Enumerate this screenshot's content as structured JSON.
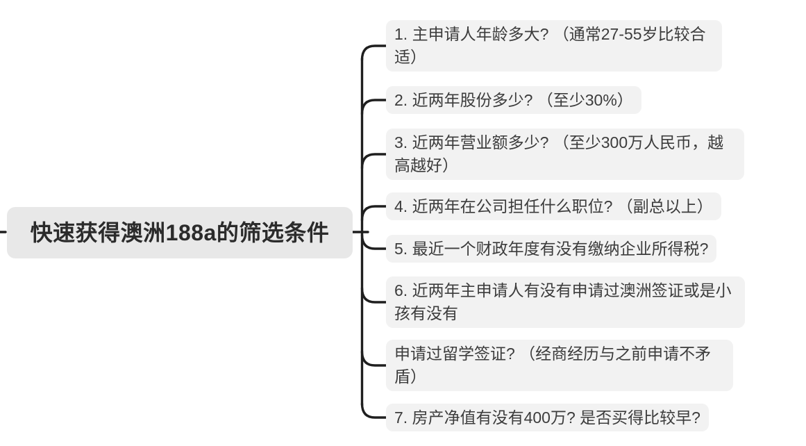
{
  "diagram": {
    "type": "mindmap-tree",
    "root": {
      "label": "快速获得澳洲188a的筛选条件"
    },
    "branches": [
      {
        "label": "1. 主申请人年龄多大? （通常27-55岁比较合适）"
      },
      {
        "label": "2. 近两年股份多少? （至少30%）"
      },
      {
        "label": "3. 近两年营业额多少? （至少300万人民币，越高越好）"
      },
      {
        "label": "4. 近两年在公司担任什么职位? （副总以上）"
      },
      {
        "label": "5. 最近一个财政年度有没有缴纳企业所得税?"
      },
      {
        "label": "6. 近两年主申请人有没有申请过澳洲签证或是小孩有没有"
      },
      {
        "label": "申请过留学签证? （经商经历与之前申请不矛盾）"
      },
      {
        "label": "7. 房产净值有没有400万? 是否买得比较早?"
      }
    ],
    "colors": {
      "canvas_bg": "#ffffff",
      "root_node_bg": "#e8e8e8",
      "branch_node_bg": "#f2f2f2",
      "node_text": "#3c3c3c",
      "connector_line": "#1f1f1f"
    }
  }
}
